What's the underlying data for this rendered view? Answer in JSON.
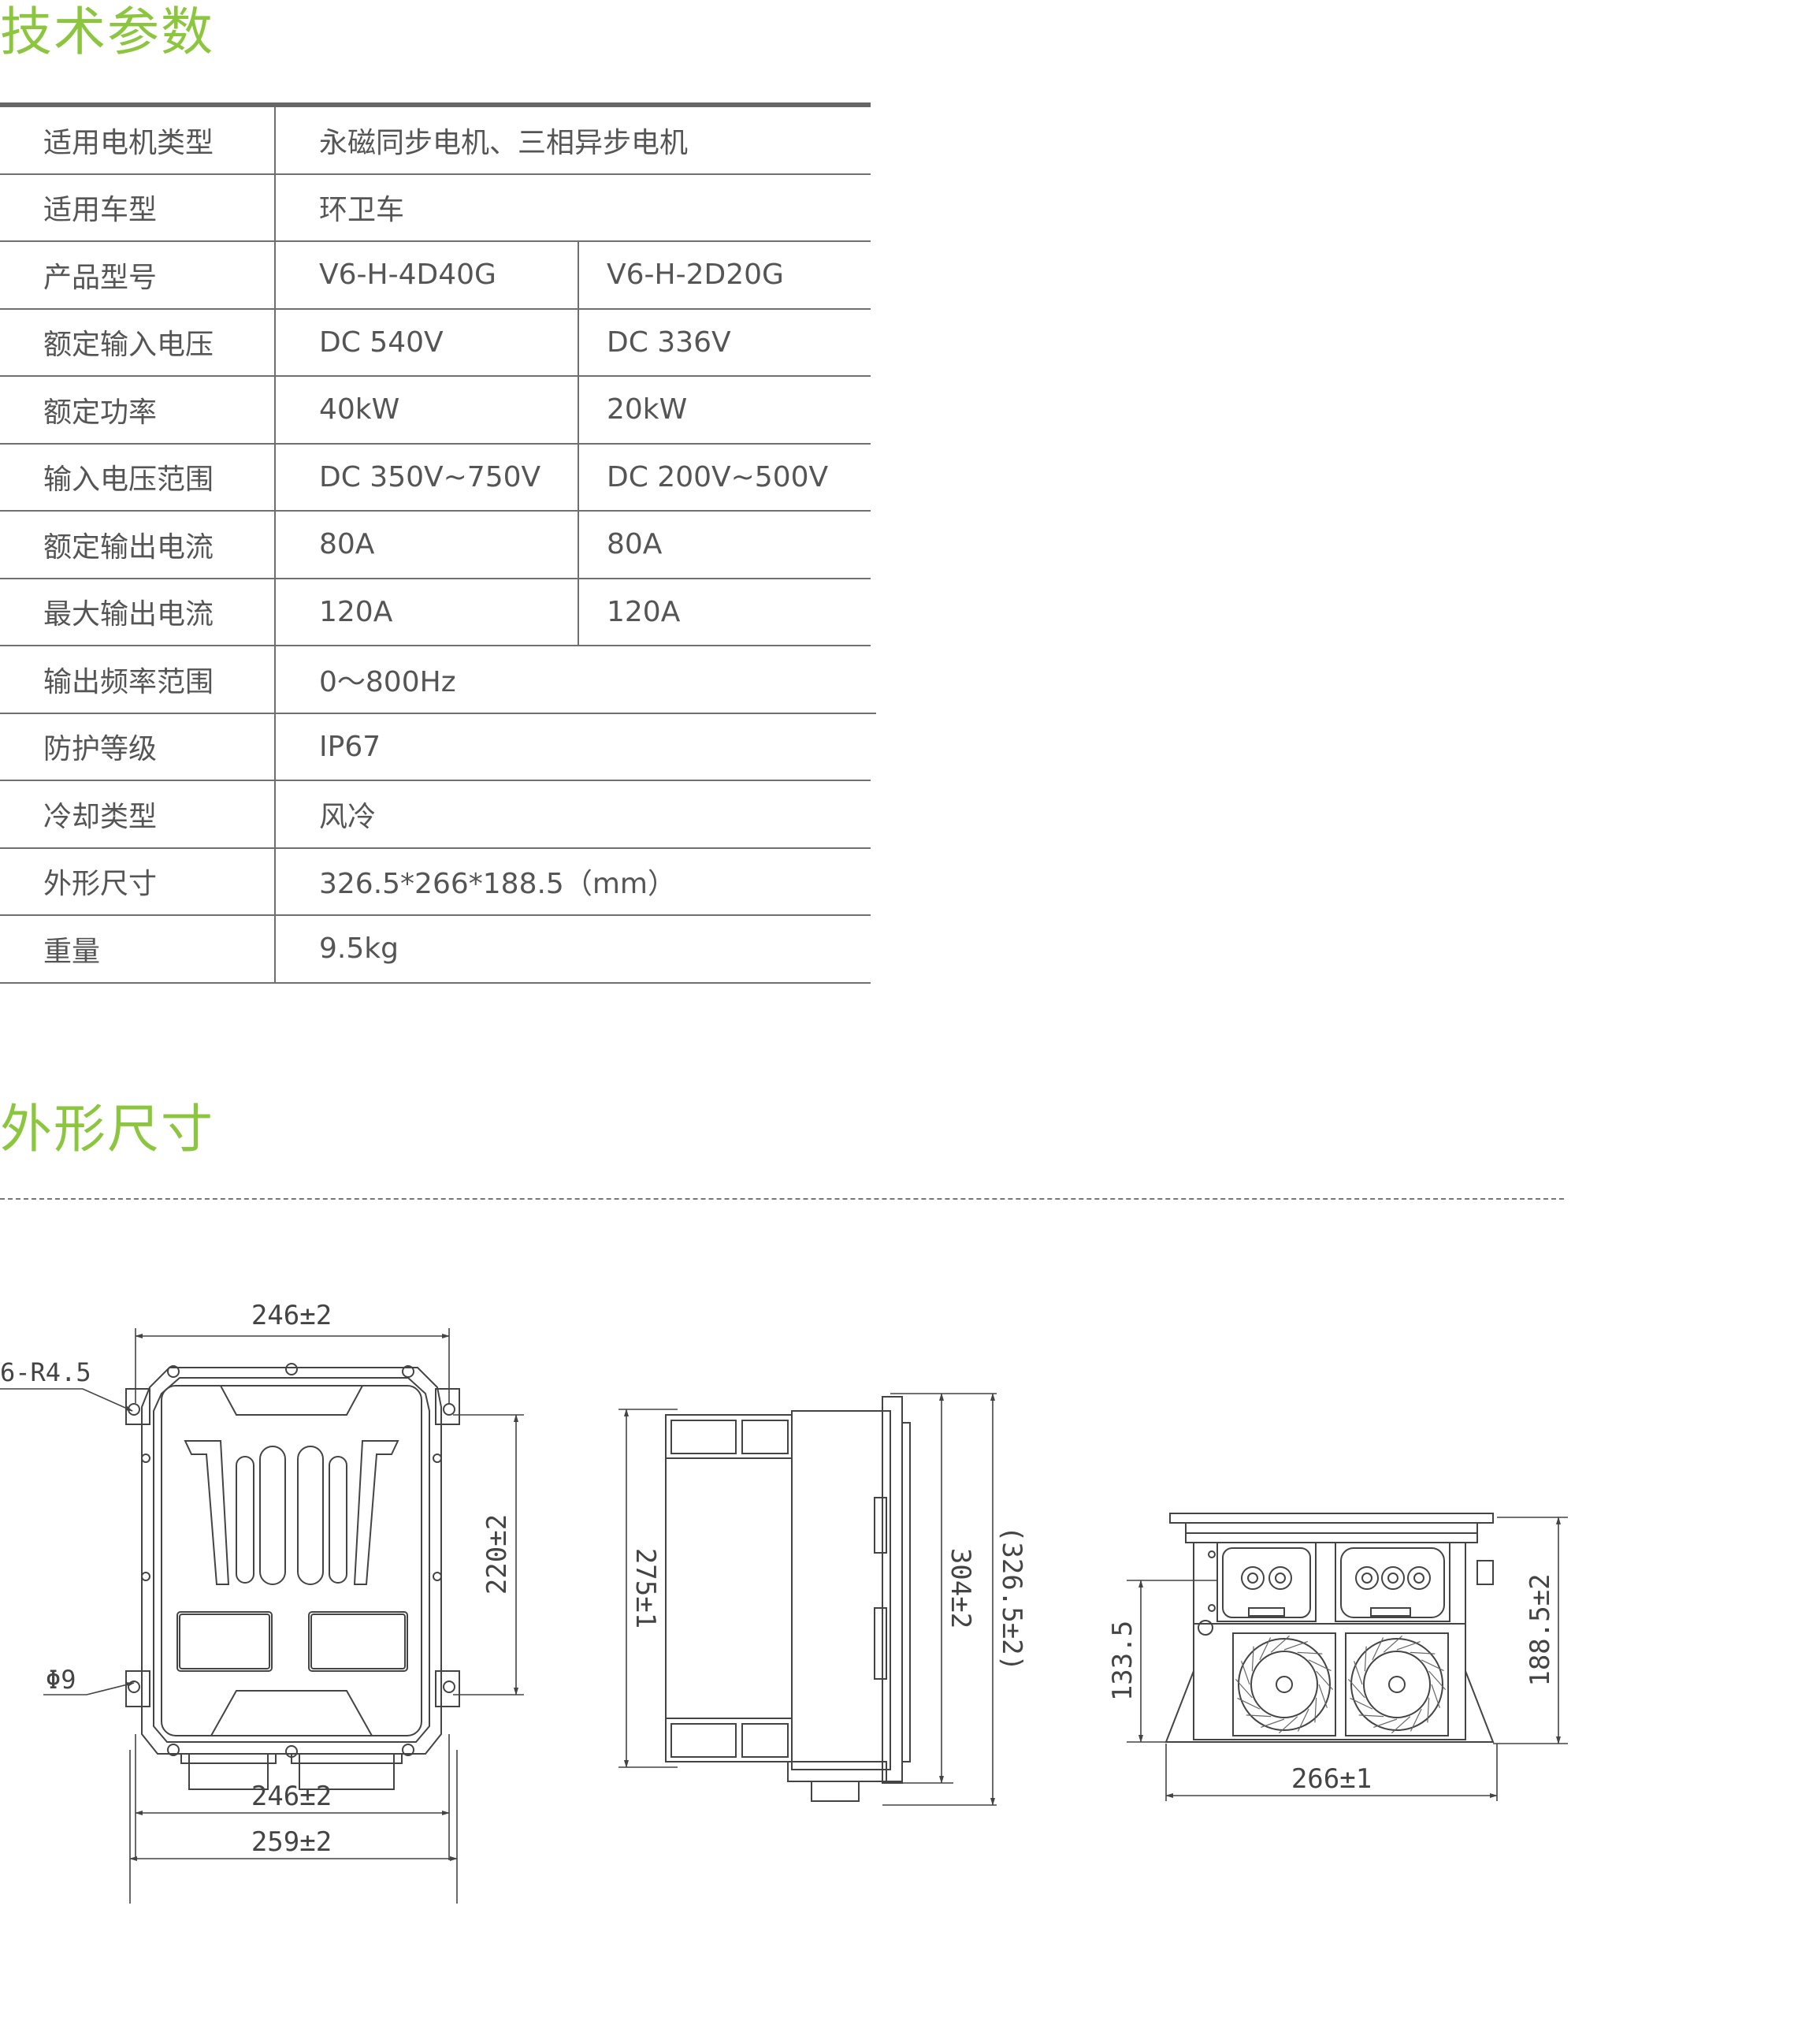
{
  "sections": {
    "params_title": "技术参数",
    "dims_title": "外形尺寸"
  },
  "spec_rows": [
    {
      "label": "适用电机类型",
      "v1": "永磁同步电机、三相异步电机"
    },
    {
      "label": "适用车型",
      "v1": "环卫车"
    },
    {
      "label": "产品型号",
      "v1": "V6-H-4D40G",
      "v2": "V6-H-2D20G"
    },
    {
      "label": "额定输入电压",
      "v1": "DC  540V",
      "v2": "DC 336V"
    },
    {
      "label": "额定功率",
      "v1": "40kW",
      "v2": "20kW"
    },
    {
      "label": "输入电压范围",
      "v1": "DC  350V~750V",
      "v2": "DC  200V~500V"
    },
    {
      "label": "额定输出电流",
      "v1": "80A",
      "v2": "80A"
    },
    {
      "label": "最大输出电流",
      "v1": "120A",
      "v2": "120A"
    },
    {
      "label": "输出频率范围",
      "v1": "0～800Hz"
    },
    {
      "label": "防护等级",
      "v1": "IP67"
    },
    {
      "label": "冷却类型",
      "v1": "风冷"
    },
    {
      "label": "外形尺寸",
      "v1": "326.5*266*188.5（mm）"
    },
    {
      "label": "重量",
      "v1": "9.5kg"
    }
  ],
  "drawing": {
    "front": {
      "top_width": "246±2",
      "hole_note": "6-R4.5",
      "height": "220±2",
      "hole_dia": "Φ9",
      "bottom_width_a": "246±2",
      "bottom_width_b": "259±2"
    },
    "side": {
      "inner_height": "275±1",
      "height": "304±2",
      "overall_height": "(326.5±2)"
    },
    "end": {
      "part_height": "133.5",
      "height": "188.5±2",
      "width": "266±1"
    }
  },
  "colors": {
    "accent": "#8cc63f",
    "text": "#555555",
    "rule": "#6f6f6f"
  }
}
